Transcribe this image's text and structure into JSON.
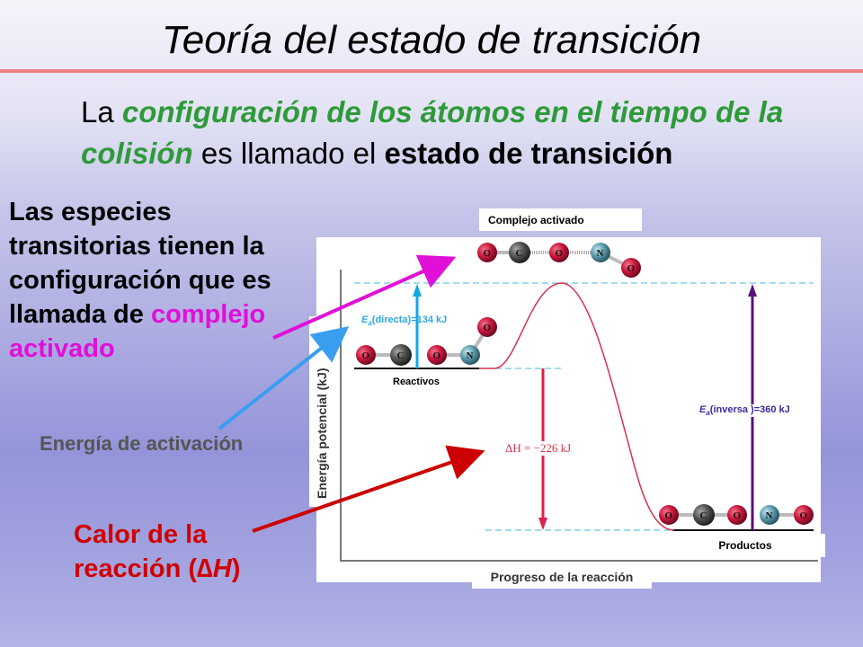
{
  "header": {
    "title": "Teoría del estado de transición"
  },
  "intro": {
    "prefix": "La ",
    "highlight": "configuración de los átomos en el tiempo de la colisión",
    "middle": " es llamado el ",
    "bold": "estado de transición"
  },
  "left_block": {
    "text": "Las especies transitorias tienen la configuración que es llamada de ",
    "highlight": "complejo activado"
  },
  "annotations": {
    "activation_energy": "Energía de activación",
    "heat_prefix": "Calor de la reacción (",
    "heat_delta": "∆",
    "heat_symbol": "H",
    "heat_suffix": ")"
  },
  "diagram": {
    "complex_label": "Complejo activado",
    "reactants_label": "Reactivos",
    "products_label": "Productos",
    "y_axis_label": "Energía potencial (kJ)",
    "x_axis_label": "Progreso de la reacción",
    "ea_forward": {
      "symbol": "E",
      "sub": "a",
      "text": "(directa)=134 kJ"
    },
    "ea_reverse": {
      "symbol": "E",
      "sub": "a",
      "text": "(inversa )=360 kJ"
    },
    "delta_h": "ΔH = −226 kJ",
    "reactant_atoms": [
      "O",
      "C",
      "O",
      "N",
      "O"
    ],
    "complex_atoms": [
      "O",
      "C",
      "O",
      "N",
      "O"
    ],
    "product_atoms": [
      "O",
      "C",
      "O",
      "N",
      "O"
    ],
    "colors": {
      "oxygen": "#c8173c",
      "carbon": "#505050",
      "nitrogen": "#5a9aaa",
      "curve": "#d83050",
      "ea_forward": "#12a8e0",
      "ea_reverse": "#5a1080",
      "delta_h": "#e0204a",
      "guide": "#6ac8e0",
      "arrow_complex": "#e010d8",
      "arrow_ea": "#3a9ef0",
      "arrow_heat": "#cc0000"
    }
  },
  "chart_data": {
    "type": "line",
    "title": "Teoría del estado de transición",
    "xlabel": "Progreso de la reacción",
    "ylabel": "Energía potencial (kJ)",
    "points": [
      {
        "stage": "Reactivos",
        "relative_energy_kJ": 0
      },
      {
        "stage": "Complejo activado",
        "relative_energy_kJ": 134
      },
      {
        "stage": "Productos",
        "relative_energy_kJ": -226
      }
    ],
    "annotations": [
      "Ea(directa)=134 kJ",
      "Ea(inversa )=360 kJ",
      "ΔH = −226 kJ"
    ]
  }
}
